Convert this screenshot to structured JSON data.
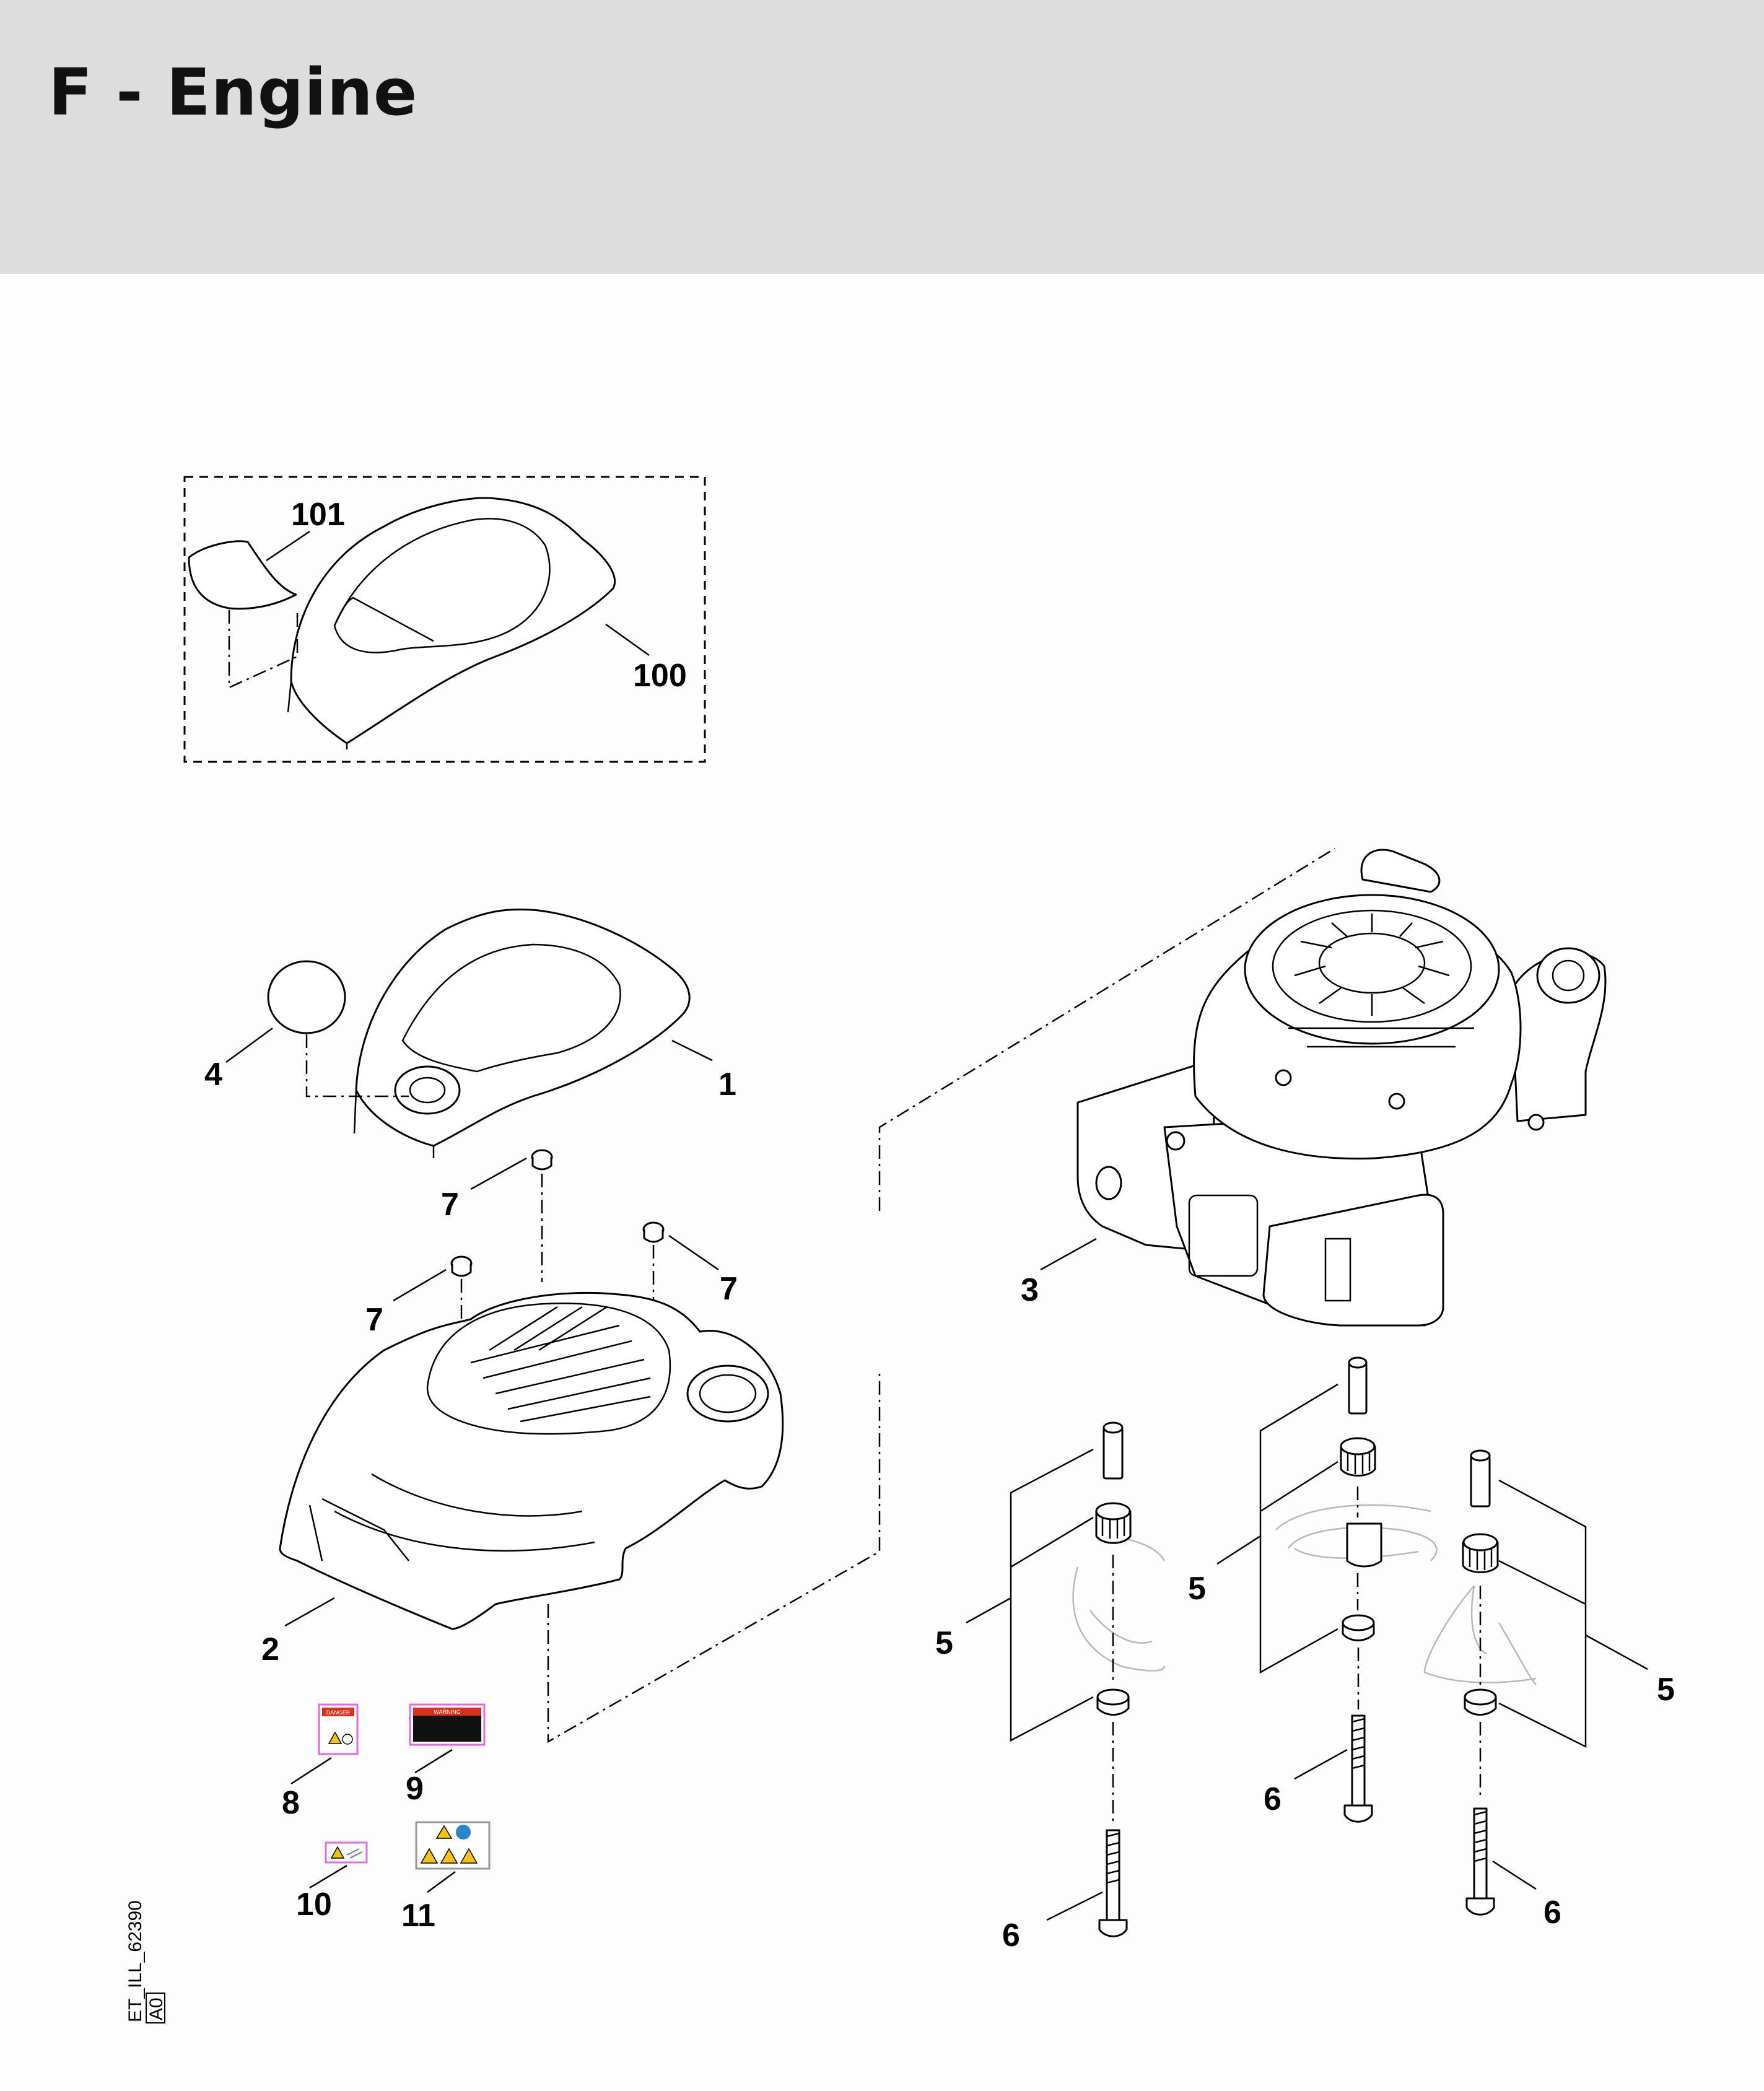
{
  "title": "F - Engine",
  "drawing_code": "ET_ILL_62390",
  "revision": "A0",
  "callouts": {
    "c101": "101",
    "c100": "100",
    "c4": "4",
    "c1": "1",
    "c7a": "7",
    "c7b": "7",
    "c7c": "7",
    "c2": "2",
    "c3": "3",
    "c5a": "5",
    "c5b": "5",
    "c5c": "5",
    "c6a": "6",
    "c6b": "6",
    "c6c": "6",
    "c8": "8",
    "c9": "9",
    "c10": "10",
    "c11": "11"
  },
  "decal_texts": {
    "d8": "DANGER",
    "d9": "WARNING"
  },
  "colors": {
    "header_bg": "#dcdddc",
    "decal_border": "#e06ae0",
    "decal_red": "#d6301e",
    "warning_yellow": "#f2c21b",
    "info_blue": "#2a86c9"
  }
}
